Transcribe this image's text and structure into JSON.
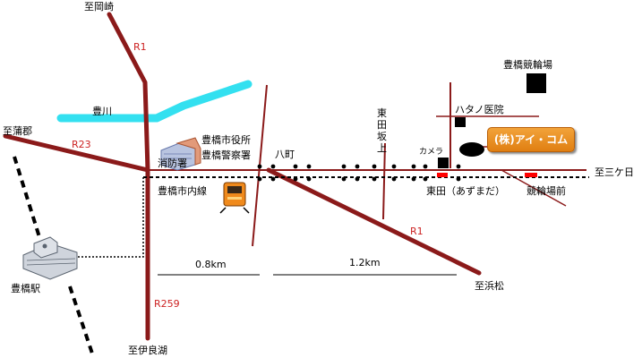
{
  "labels": {
    "to_okazaki": "至岡崎",
    "to_gamagori": "至蒲郡",
    "to_irako": "至伊良湖",
    "to_hamamatsu": "至浜松",
    "to_mikkabi": "至三ケ日",
    "river": "豊川",
    "route_r1_north": "R1",
    "route_r1_south": "R1",
    "route_r23": "R23",
    "route_r259": "R259",
    "city_hall": "豊橋市役所",
    "police": "豊橋警察署",
    "fire_station": "消防署",
    "tram": "豊橋市内線",
    "station": "豊橋駅",
    "hachicho": "八町",
    "azumada_upper": "東田坂上",
    "azumada": "東田（あずまだ）",
    "keirinjo_mae": "競輪場前",
    "keirinjo": "豊橋競輪場",
    "hospital": "ハタノ医院",
    "camera": "カメラ",
    "company": "(株)アイ・コム",
    "distance_1": "0.8km",
    "distance_2": "1.2km"
  },
  "colors": {
    "road": "#8b1a1a",
    "river": "#33e0f0",
    "route_label": "#cc2222",
    "tram_stop": "#ff0000",
    "company_badge": "#e8901f"
  }
}
